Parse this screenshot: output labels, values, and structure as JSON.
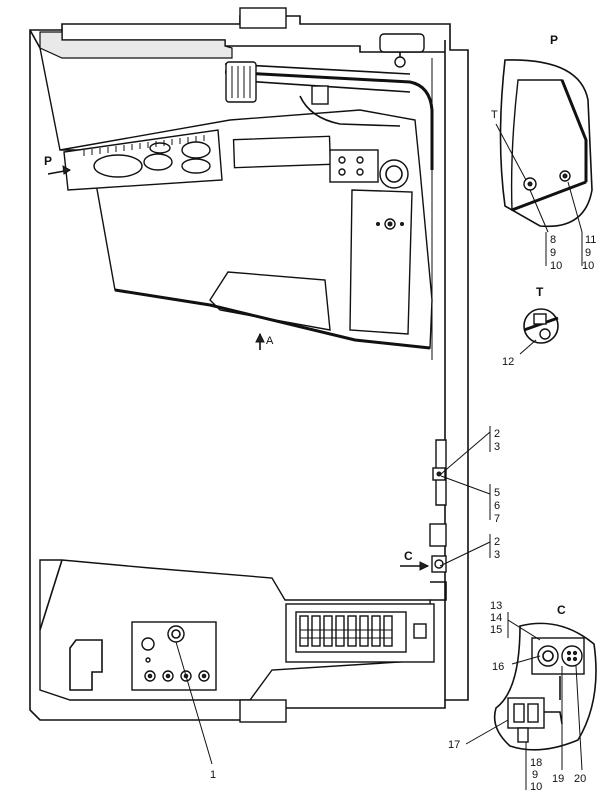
{
  "views": {
    "p_title": "P",
    "t_title": "T",
    "c_title": "C",
    "p_callout_t": "T"
  },
  "arrows": {
    "p": "P",
    "a": "A",
    "c": "C"
  },
  "callouts": {
    "n1": "1",
    "n2a": "2",
    "n3a": "3",
    "n5": "5",
    "n6": "6",
    "n7": "7",
    "n2b": "2",
    "n3b": "3",
    "n8": "8",
    "n9a": "9",
    "n10a": "10",
    "n11": "11",
    "n9b": "9",
    "n10b": "10",
    "n12": "12",
    "n13": "13",
    "n14": "14",
    "n15": "15",
    "n16": "16",
    "n17": "17",
    "n18": "18",
    "n9c": "9",
    "n10c": "10",
    "n19": "19",
    "n20": "20"
  }
}
